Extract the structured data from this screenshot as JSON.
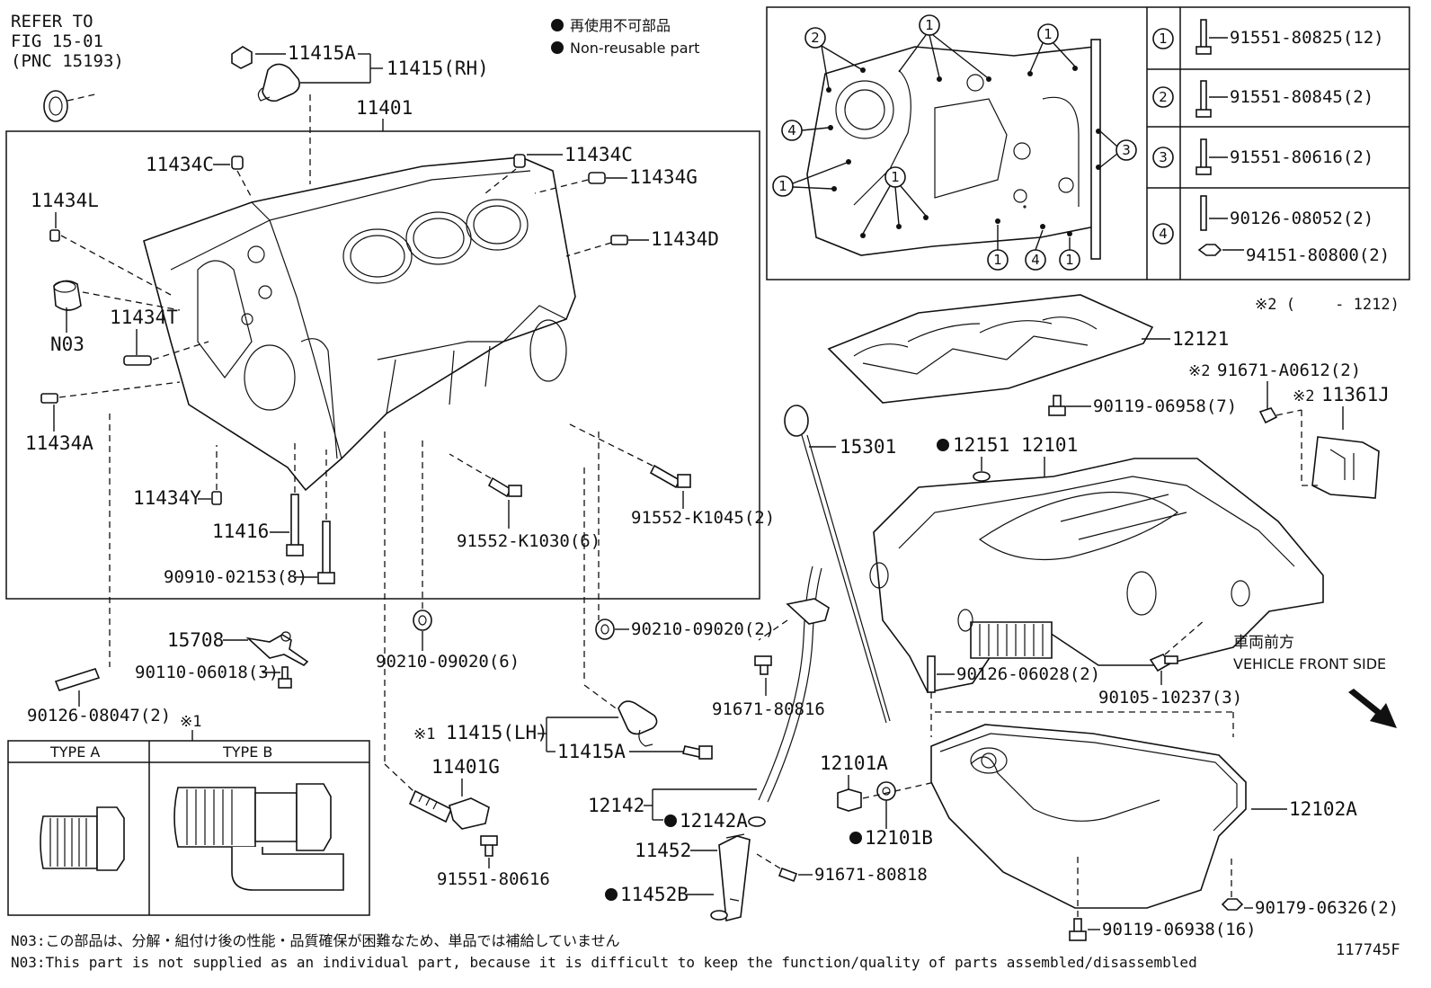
{
  "refer": {
    "line1": "REFER TO",
    "line2": "FIG 15-01",
    "line3": "(PNC 15193)"
  },
  "legend": {
    "jp": "再使用不可部品",
    "en": "Non-reusable part"
  },
  "labels": {
    "p11415A_top": "11415A",
    "p11415RH": "11415(RH)",
    "p11401": "11401",
    "p11434C_left": "11434C",
    "p11434C_right": "11434C",
    "p11434G": "11434G",
    "p11434L": "11434L",
    "p11434D": "11434D",
    "p11434T": "11434T",
    "pN03": "N03",
    "p11434A": "11434A",
    "p11434Y": "11434Y",
    "p11416": "11416",
    "p90910": "90910-02153(8)",
    "p91552_1030": "91552-K1030(6)",
    "p91552_1045": "91552-K1045(2)",
    "p15708": "15708",
    "p90110": "90110-06018(3)",
    "p90210_6": "90210-09020(6)",
    "p90210_2": "90210-09020(2)",
    "p90126_08047": "90126-08047(2)",
    "p11415LH": "11415(LH)",
    "p11415A_bot": "11415A",
    "p11401G": "11401G",
    "p91551_80616": "91551-80616",
    "p15301": "15301",
    "p91671_80816": "91671-80816",
    "p12142": "12142",
    "p12142A": "12142A",
    "p11452": "11452",
    "p11452B": "11452B",
    "p91671_80818": "91671-80818",
    "p12151": "12151",
    "p12101": "12101",
    "p12121": "12121",
    "p90119_06958": "90119-06958(7)",
    "p91671_A0612": "91671-A0612(2)",
    "p11361J": "11361J",
    "p90126_06028": "90126-06028(2)",
    "p90105": "90105-10237(3)",
    "p12101A": "12101A",
    "p12101B": "12101B",
    "p12102A": "12102A",
    "p90179": "90179-06326(2)",
    "p90119_06938": "90119-06938(16)",
    "mark_x2": "※2",
    "mark_x2_range": "※2 (　　 - 1212)",
    "mark_x1": "※1"
  },
  "front": {
    "jp": "車両前方",
    "en": "VEHICLE FRONT SIDE"
  },
  "inset_table": [
    {
      "no": "1",
      "part": "91551-80825(12)"
    },
    {
      "no": "2",
      "part": "91551-80845(2)"
    },
    {
      "no": "3",
      "part": "91551-80616(2)"
    },
    {
      "no": "4",
      "part": "90126-08052(2)",
      "part2": "94151-80800(2)"
    }
  ],
  "type_table": {
    "mark": "※1",
    "type_a": "TYPE A",
    "type_b": "TYPE B"
  },
  "notes": {
    "jp": "N03:この部品は、分解・組付け後の性能・品質確保が困難なため、単品では補給していません",
    "en": "N03:This part is not supplied as an individual part, because it is difficult to keep the function/quality of parts assembled/disassembled"
  },
  "figure_id": "117745F"
}
